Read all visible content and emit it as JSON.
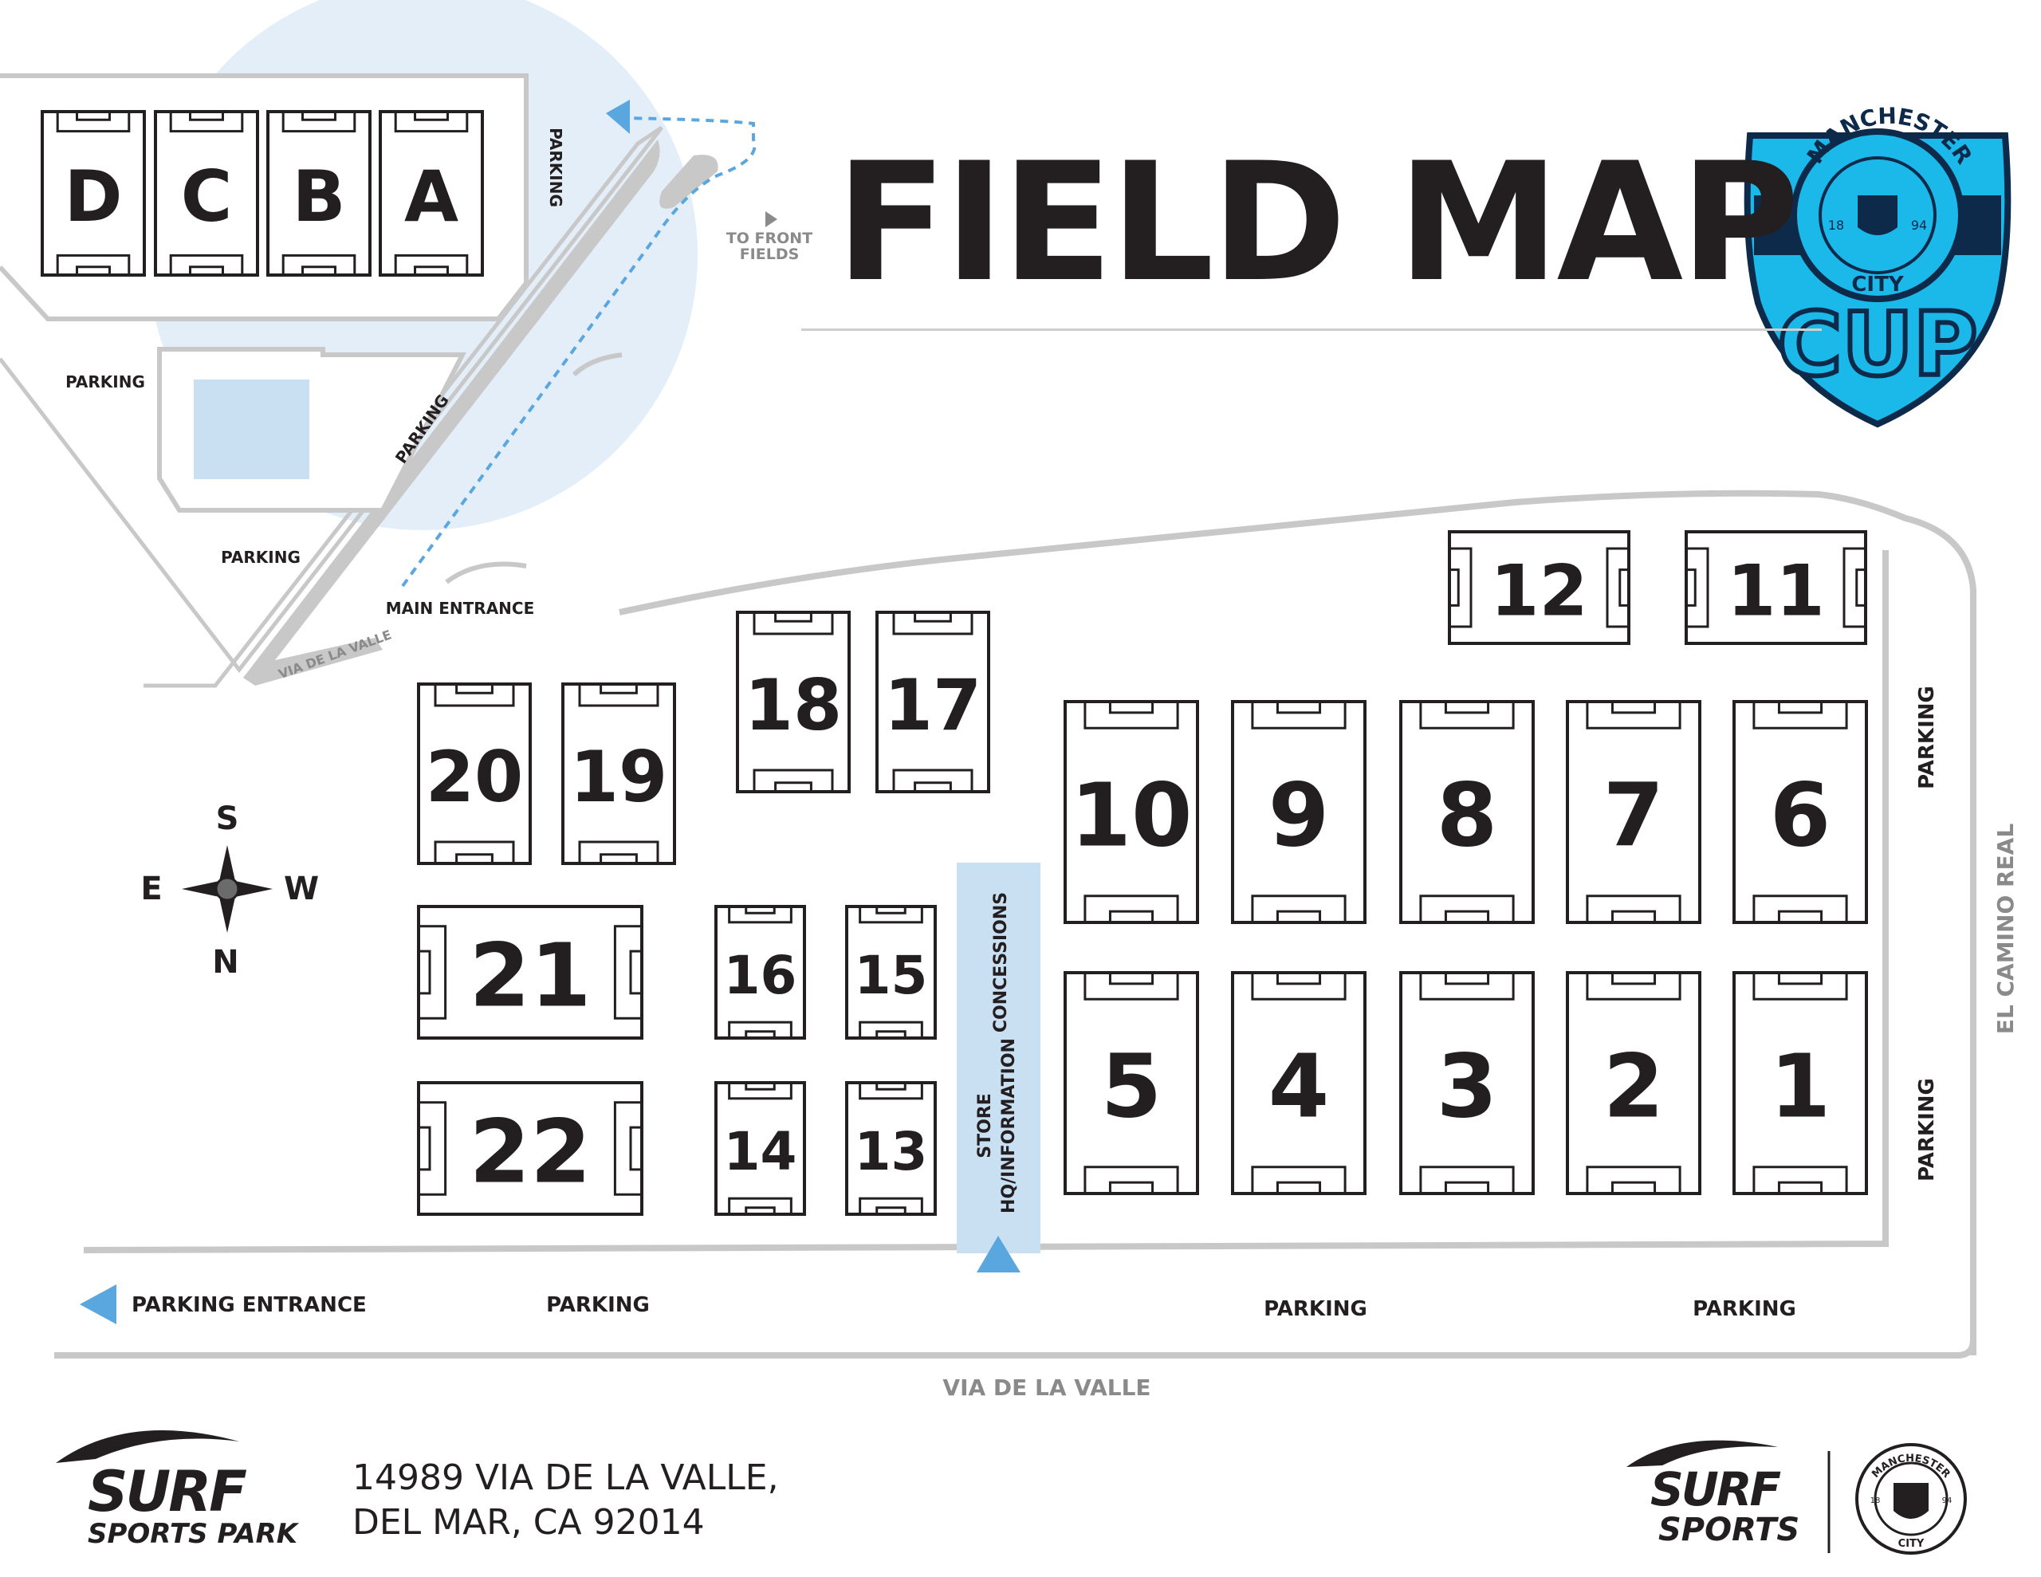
{
  "title": "FIELD MAP",
  "colors": {
    "accent_blue": "#5aa7e0",
    "circle_bg": "#e3eef9",
    "road_gray": "#c8c8c8",
    "badge_cyan": "#1bb8ea",
    "badge_navy": "#0e2a4a"
  },
  "inset": {
    "fields": [
      "D",
      "C",
      "B",
      "A"
    ],
    "labels": {
      "parking_top": "PARKING",
      "parking_left": "PARKING",
      "parking_diag": "PARKING",
      "parking_bottom": "PARKING",
      "main_entrance": "MAIN ENTRANCE",
      "via_de_la_valle": "VIA DE LA VALLE",
      "to_front_1": "TO FRONT",
      "to_front_2": "FIELDS"
    }
  },
  "fields": [
    "1",
    "2",
    "3",
    "4",
    "5",
    "6",
    "7",
    "8",
    "9",
    "10",
    "11",
    "12",
    "13",
    "14",
    "15",
    "16",
    "17",
    "18",
    "19",
    "20",
    "21",
    "22"
  ],
  "compass": {
    "north": "N",
    "south": "S",
    "east": "E",
    "west": "W"
  },
  "labels": {
    "concessions": "CONCESSIONS",
    "store": "STORE",
    "hq_info": "HQ/INFORMATION",
    "parking_entrance": "PARKING ENTRANCE",
    "parking_1": "PARKING",
    "parking_2": "PARKING",
    "parking_3": "PARKING",
    "parking_right_top": "PARKING",
    "parking_right_bottom": "PARKING",
    "el_camino_real": "EL CAMINO REAL",
    "via_de_la_valle": "VIA DE LA VALLE"
  },
  "footer": {
    "logo_left_line1": "SURF",
    "logo_left_line2": "SPORTS PARK",
    "address_line1": "14989 VIA DE LA VALLE,",
    "address_line2": "DEL MAR, CA 92014",
    "logo_right_line1": "SURF",
    "logo_right_line2": "SPORTS",
    "crest_text_top": "MANCHESTER",
    "crest_text_bottom": "CITY",
    "crest_year_left": "18",
    "crest_year_right": "94"
  },
  "badge": {
    "ring_top": "MANCHESTER",
    "ring_bottom": "CITY",
    "year_left": "18",
    "year_right": "94",
    "word": "CUP"
  }
}
